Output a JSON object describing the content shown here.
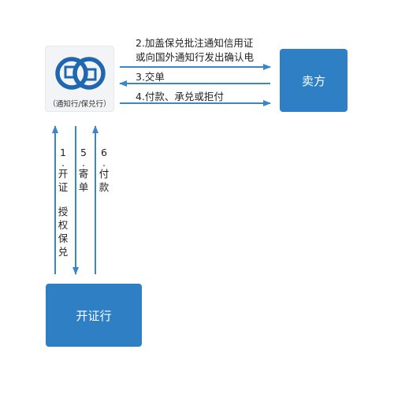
{
  "nodes": {
    "seller": "卖方",
    "issuing_bank": "开证行",
    "advising_bank": "（通知行/保兑行）"
  },
  "flows": {
    "step2_line1": "2.加盖保兑批注通知信用证",
    "step2_line2": "或向国外通知行发出确认电",
    "step3": "3.交单",
    "step4": "4.付款、承兑或拒付",
    "step1_num": "1",
    "step1_dot": ".",
    "step1_a": "开证",
    "step1_b": "授权保兑",
    "step5_num": "5",
    "step5_dot": ".",
    "step5_text": "寄单",
    "step6_num": "6",
    "step6_dot": ".",
    "step6_text": "付款"
  },
  "colors": {
    "box": "#2e7fc4",
    "arrow": "#3a86c8",
    "logo": "#1f67b1"
  }
}
